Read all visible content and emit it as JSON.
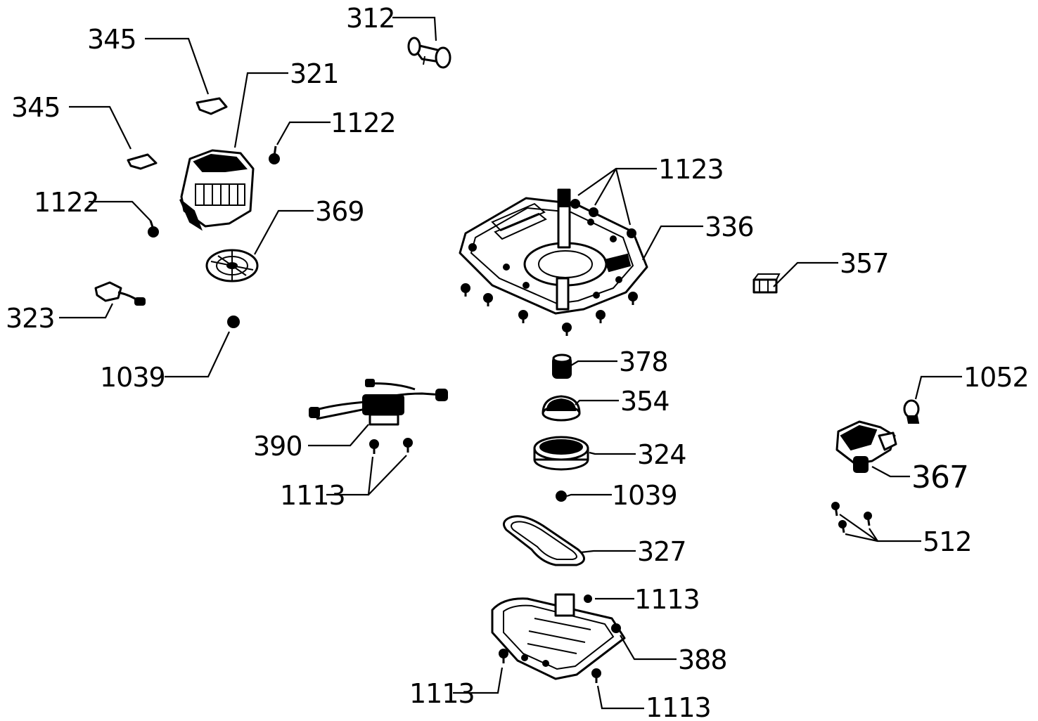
{
  "callouts": {
    "c312": "312",
    "c345a": "345",
    "c321": "321",
    "c345b": "345",
    "c1122a": "1122",
    "c1122b": "1122",
    "c369": "369",
    "c323": "323",
    "c1039a": "1039",
    "c1123": "1123",
    "c336": "336",
    "c357": "357",
    "c378": "378",
    "c354": "354",
    "c324": "324",
    "c1039b": "1039",
    "c327": "327",
    "c390": "390",
    "c1113a": "1113",
    "c1113b": "1113",
    "c1113c": "1113",
    "c1113d": "1113",
    "c388": "388",
    "c1052": "1052",
    "c367": "367",
    "c512": "512"
  },
  "colors": {
    "ink": "#000000",
    "paper": "#ffffff"
  }
}
